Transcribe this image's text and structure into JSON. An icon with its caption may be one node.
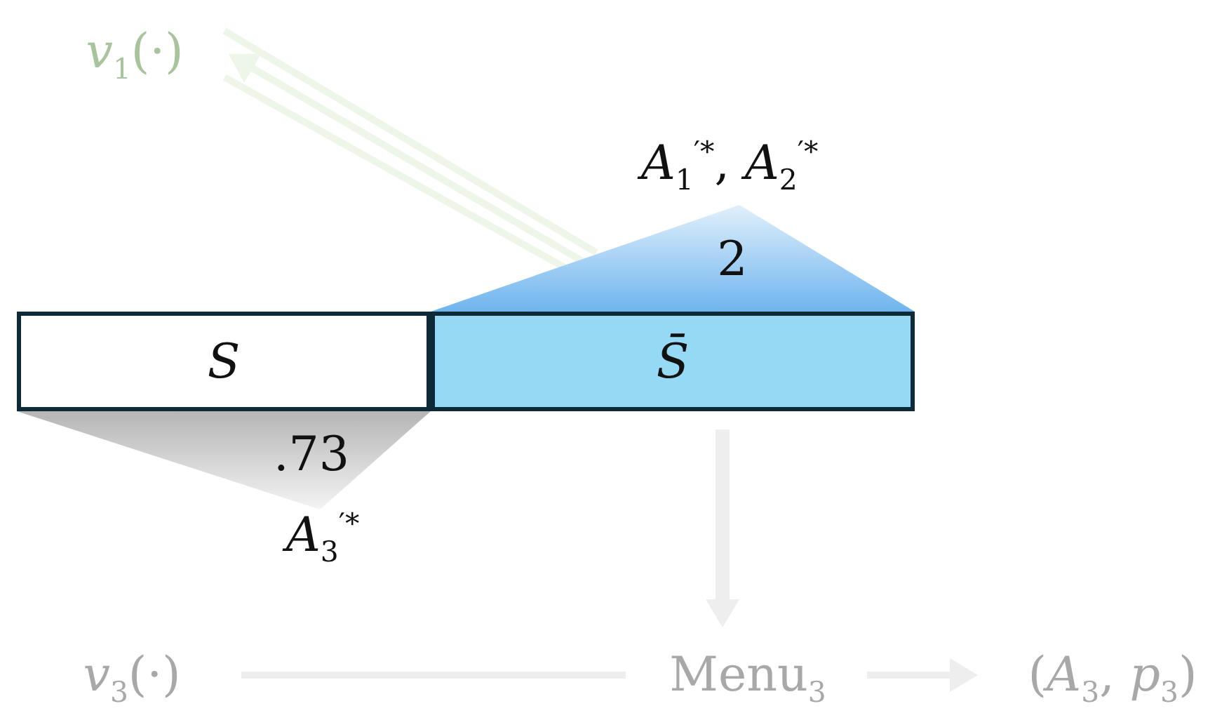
{
  "diagram": {
    "nodes": [
      {
        "text": [
          "*v*$_{1}$(·)"
        ]
      },
      {
        "text": [
          "*S*"
        ]
      },
      {
        "text": [
          "S̄"
        ]
      },
      {
        "text": [
          "*A*$_{1}$$^{′*}$, *A*$_{2}$$^{′*}$",
          "2"
        ]
      },
      {
        "text": [
          ".73",
          "*A*$_{3}$$^{′*}$"
        ]
      },
      {
        "text": [
          "Menu$_{3}$"
        ]
      },
      {
        "text": [
          "*v*$_{3}$(·)"
        ]
      },
      {
        "text": [
          "(*A*$_{3}$, *p*$_{3}$)"
        ]
      }
    ],
    "edges": [
      {
        "from": 3,
        "to": 0,
        "arrow": "none",
        "color": "#eef6ea"
      },
      {
        "from": 3,
        "to": 0,
        "arrow": "to",
        "color": "#eef6ea"
      },
      {
        "from": 3,
        "to": 0,
        "arrow": "none",
        "color": "#eef6ea"
      },
      {
        "from": 2,
        "to": 5,
        "arrow": "to",
        "style": "thick"
      },
      {
        "from": 6,
        "to": 5,
        "arrow": "none"
      },
      {
        "from": 5,
        "to": 7,
        "arrow": "to"
      }
    ]
  }
}
